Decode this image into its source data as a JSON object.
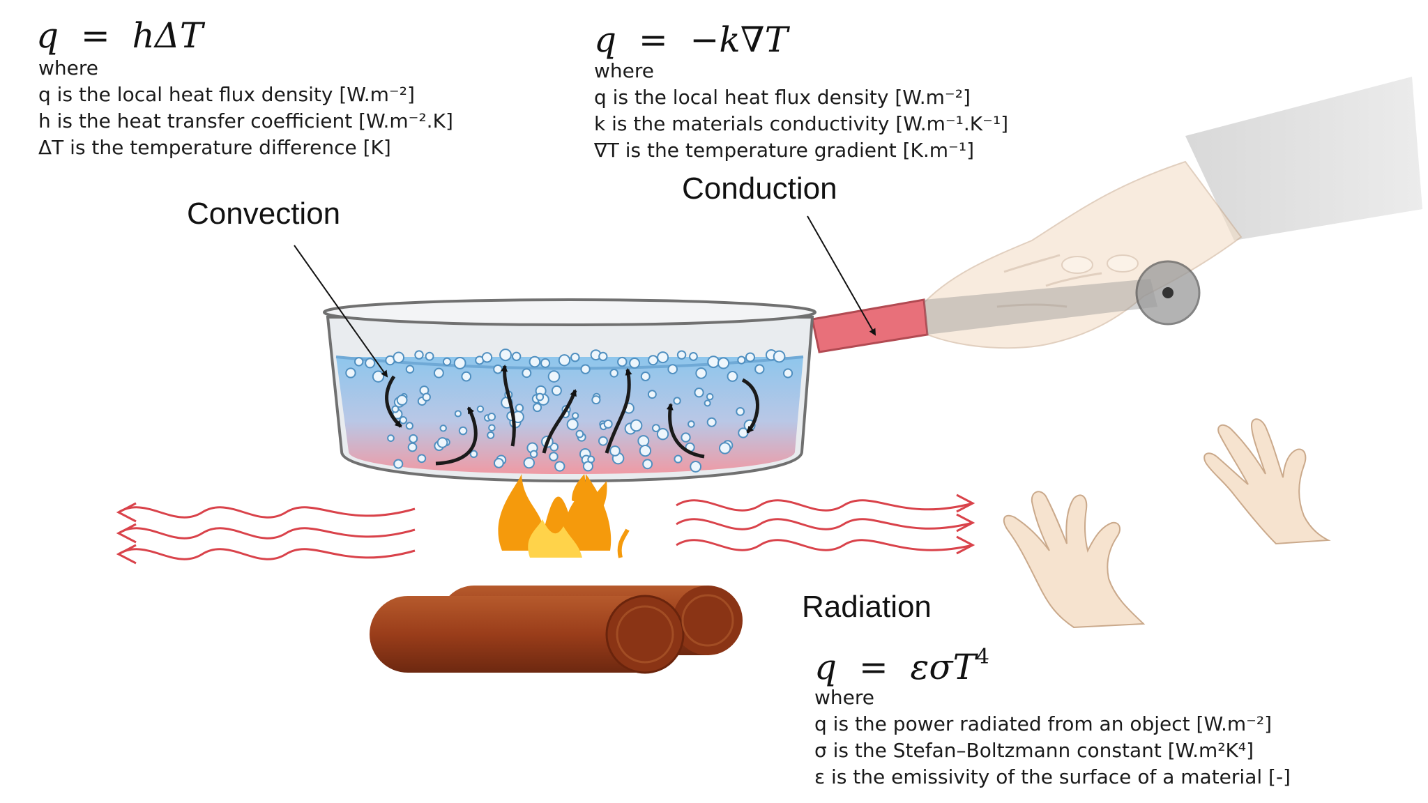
{
  "convection": {
    "formula": {
      "lhs": "q",
      "eq": "=",
      "rhs": "hΔT"
    },
    "where": "where",
    "lines": [
      "q is the local heat flux density [W.m⁻²]",
      "h is the heat transfer coefficient [W.m⁻².K]",
      "ΔT is the temperature difference [K]"
    ],
    "label": "Convection"
  },
  "conduction": {
    "formula": {
      "lhs": "q",
      "eq": "=",
      "rhs": "−k∇T"
    },
    "where": "where",
    "lines": [
      "q is the local heat flux density [W.m⁻²]",
      "k is the materials conductivity [W.m⁻¹.K⁻¹]",
      "∇T is the temperature gradient [K.m⁻¹]"
    ],
    "label": "Conduction"
  },
  "radiation": {
    "label": "Radiation",
    "formula": {
      "lhs": "q",
      "eq": "=",
      "rhs": "εσT",
      "exponent": "4"
    },
    "where": "where",
    "lines": [
      "q is the power radiated from an object [W.m⁻²]",
      "σ is the Stefan–Boltzmann constant [W.m²K⁴]",
      "ε is the emissivity of  the surface of a material [-]"
    ]
  },
  "colors": {
    "water_top": "#8ec6ec",
    "water_bottom": "#ef9aa4",
    "handle": "#e8707a",
    "wood": "#a0431f",
    "flame_outer": "#f59a0c",
    "flame_inner": "#ffd34a",
    "heat_wave": "#d9424a",
    "skin": "#f6e3cf",
    "sleeve": "#c8c8c8"
  }
}
